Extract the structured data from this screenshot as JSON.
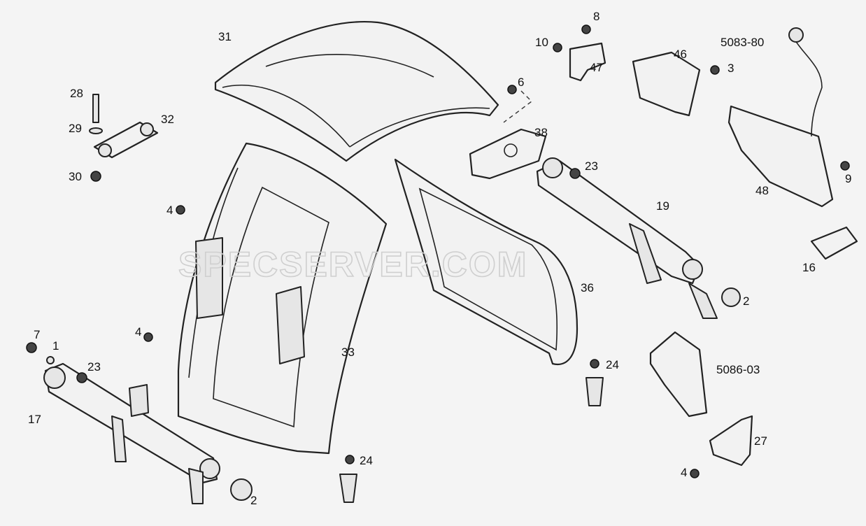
{
  "watermark": "SPECSERVER.COM",
  "labels": {
    "l31": "31",
    "l8": "8",
    "l10": "10",
    "l47": "47",
    "l46": "46",
    "l5083": "5083-80",
    "l3": "3",
    "l6": "6",
    "l28": "28",
    "l29": "29",
    "l32": "32",
    "l30": "30",
    "l38": "38",
    "l23a": "23",
    "l19": "19",
    "l48": "48",
    "l9": "9",
    "l4a": "4",
    "l16": "16",
    "l36": "36",
    "l2a": "2",
    "l4b": "4",
    "l33": "33",
    "l24a": "24",
    "l5086": "5086-03",
    "l7": "7",
    "l1": "1",
    "l23b": "23",
    "l17": "17",
    "l27": "27",
    "l24b": "24",
    "l4c": "4",
    "l2b": "2"
  }
}
